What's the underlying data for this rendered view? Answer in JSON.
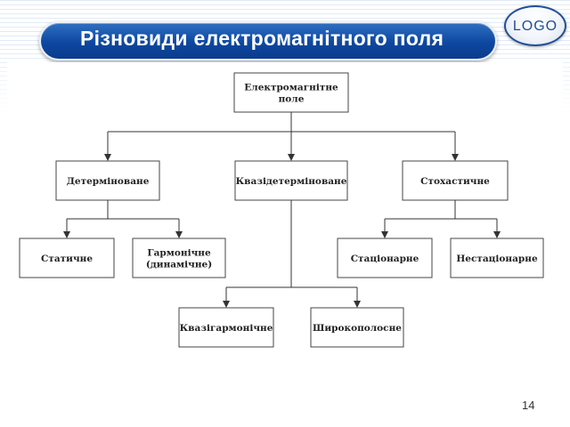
{
  "slide": {
    "title": "Різновиди електромагнітного поля",
    "logo": "LOGO",
    "page_number": "14",
    "colors": {
      "title_bar": "#0d47a1",
      "logo": "#1f4f99",
      "stripes": "#c8daee"
    }
  },
  "diagram": {
    "nodes": {
      "root": [
        "Електромагнітне",
        "поле"
      ],
      "deterministic": [
        "Детерміноване"
      ],
      "quasi": [
        "Квазідетерміноване"
      ],
      "stochastic": [
        "Стохастичне"
      ],
      "static": [
        "Статичне"
      ],
      "harmonic": [
        "Гармонічне",
        "(динамічне)"
      ],
      "quasiharmonic": [
        "Квазігармонічне"
      ],
      "broadband": [
        "Широкополосне"
      ],
      "stationary": [
        "Стаціонарне"
      ],
      "nonstationary": [
        "Нестаціонарне"
      ]
    },
    "edges": [
      [
        "root",
        "deterministic"
      ],
      [
        "root",
        "quasi"
      ],
      [
        "root",
        "stochastic"
      ],
      [
        "deterministic",
        "static"
      ],
      [
        "deterministic",
        "harmonic"
      ],
      [
        "quasi",
        "quasiharmonic"
      ],
      [
        "quasi",
        "broadband"
      ],
      [
        "stochastic",
        "stationary"
      ],
      [
        "stochastic",
        "nonstationary"
      ]
    ]
  }
}
